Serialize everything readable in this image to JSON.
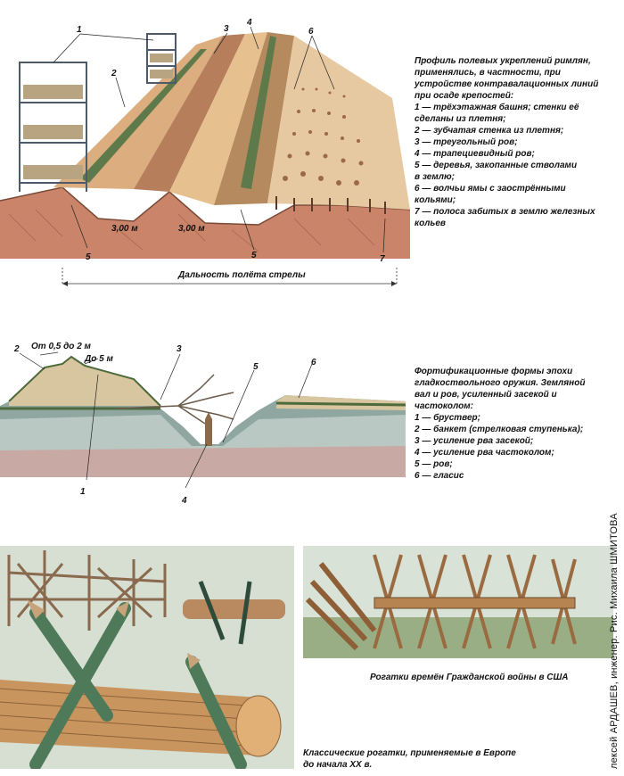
{
  "section1": {
    "caption": {
      "title_lines": [
        "Профиль полевых укреплений римлян,",
        "применялись, в частности, при",
        "устройстве контравалационных линий",
        "при осаде крепостей:"
      ],
      "items": [
        "1 — трёхэтажная башня; стенки её",
        "сделаны из плетня;",
        "2 — зубчатая стенка из плетня;",
        "3 — треугольный ров;",
        "4 — трапециевидный ров;",
        "5 — деревья, закопанные стволами",
        "в землю;",
        "6 — волчьи ямы с заострёнными",
        "кольями;",
        "7 — полоса забитых в землю железных",
        "кольев"
      ]
    },
    "labels": {
      "n1": "1",
      "n2": "2",
      "n3": "3",
      "n4": "4",
      "n5a": "5",
      "n5b": "5",
      "n6": "6",
      "n7": "7"
    },
    "depth1": "3,00 м",
    "depth2": "3,00 м",
    "range_label": "Дальность полёта стрелы"
  },
  "section2": {
    "caption": {
      "title_lines": [
        "Фортификационные формы эпохи",
        "гладкоствольного оружия. Земляной",
        "вал и ров, усиленный засекой и",
        "частоколом:"
      ],
      "items": [
        "1 — бруствер;",
        "2 — банкет (стрелковая ступенька);",
        "3 — усиление рва засекой;",
        "4 — усиление рва частоколом;",
        "5 — ров;",
        "6 — гласис"
      ]
    },
    "labels": {
      "n1": "1",
      "n2": "2",
      "n3": "3",
      "n4": "4",
      "n5": "5",
      "n6": "6"
    },
    "dim1": "От 0,5 до 2 м",
    "dim2": "До 5 м"
  },
  "section3": {
    "caption_right": "Рогатки времён Гражданской войны в США",
    "caption_left": [
      "Классические рогатки, применяемые в Европе",
      "до начала XX в."
    ]
  },
  "credit": "лексей АРДАШЕВ, инженер. Рис. Михаила ШМИТОВА"
}
